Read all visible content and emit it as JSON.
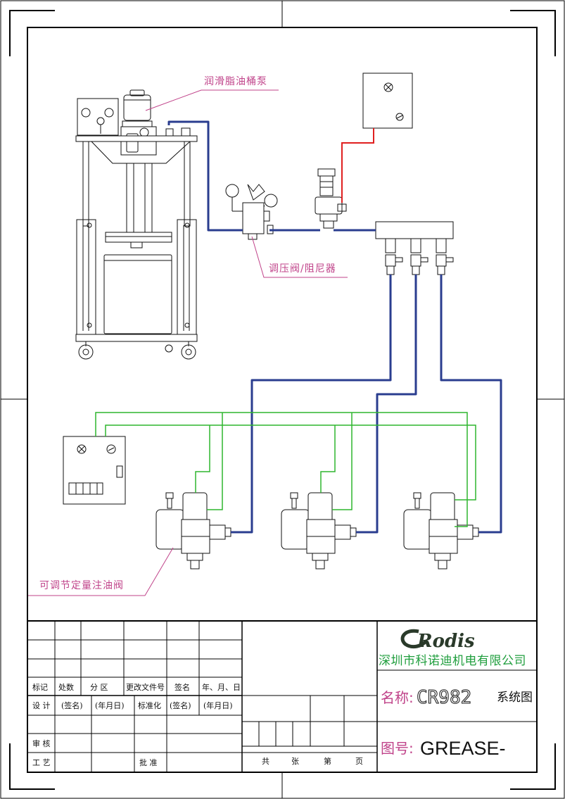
{
  "callouts": {
    "pump": "润滑脂油桶泵",
    "regulator": "调压阀/阻尼器",
    "valves": "可调节定量注油阀"
  },
  "title_block": {
    "company": "深圳市科诺迪机电有限公司",
    "logo_text": "Rodis",
    "name_label": "名称:",
    "name_value": "CR982",
    "name_suffix": "系统图",
    "drawing_label": "图号:",
    "drawing_value": "GREASE-",
    "rev_row": [
      "标记",
      "处数",
      "分 区",
      "更改文件号",
      "签名",
      "年、月、日"
    ],
    "design_row": [
      "设 计",
      "(签名)",
      "(年月日)",
      "标准化",
      "(签名)",
      "(年月日)"
    ],
    "review": "审 核",
    "process": "工 艺",
    "approve": "批 准",
    "sheet_row": [
      "共",
      "张",
      "第",
      "页"
    ]
  },
  "colors": {
    "grease_line": "#2a3d8f",
    "signal_line": "#2fb52f",
    "power_line": "#e02020",
    "callout": "#c0438a",
    "brand": "#1f9e3d"
  }
}
